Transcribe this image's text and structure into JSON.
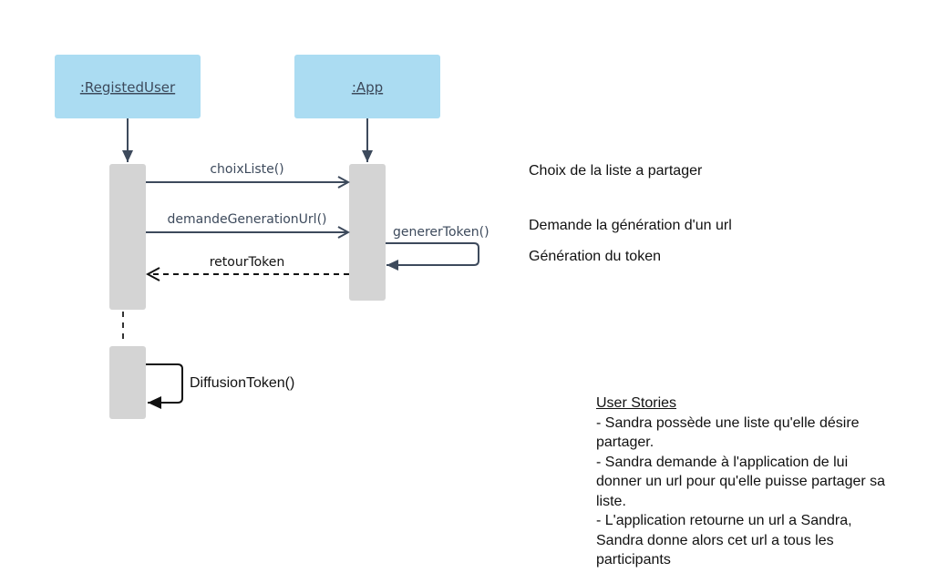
{
  "lifelines": {
    "user": {
      "label": ":RegistedUser"
    },
    "app": {
      "label": ":App"
    }
  },
  "messages": {
    "choix_liste": "choixListe()",
    "demande_generation_url": "demandeGenerationUrl()",
    "generer_token": "genererToken()",
    "retour_token": "retourToken",
    "diffusion_token": "DiffusionToken()"
  },
  "notes": {
    "choix": "Choix de la liste a partager",
    "demande": "Demande la génération d'un url",
    "generation": "Génération du token"
  },
  "user_stories": {
    "title": "User Stories",
    "lines": [
      "- Sandra possède une liste qu'elle désire",
      "partager.",
      "- Sandra demande à l'application de lui",
      "donner un url pour qu'elle puisse partager sa",
      "liste.",
      "- L'application retourne un url a Sandra,",
      "Sandra donne alors cet url a tous les",
      "participants"
    ]
  },
  "colors": {
    "lifeline_box": "#abdcf2",
    "activation": "#d4d4d4",
    "arrow": "#3d4a5c",
    "text": "#111111"
  }
}
